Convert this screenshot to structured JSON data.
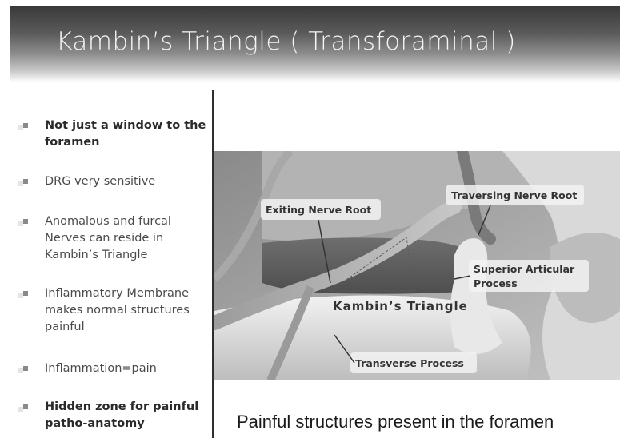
{
  "slide": {
    "title": "Kambin’s Triangle ( Transforaminal )"
  },
  "bullets": [
    {
      "text": "Not just a window to the foramen",
      "bold": true
    },
    {
      "text": "DRG very sensitive",
      "bold": false
    },
    {
      "text": "Anomalous and furcal Nerves can reside in Kambin’s Triangle",
      "bold": false
    },
    {
      "text": "Inflammatory Membrane makes normal structures painful",
      "bold": false
    },
    {
      "text": "Inflammation=pain",
      "bold": false
    },
    {
      "text": "Hidden zone for painful patho-anatomy",
      "bold": true
    }
  ],
  "figure": {
    "labels": {
      "exiting_nerve_root": "Exiting Nerve Root",
      "traversing_nerve_root": "Traversing Nerve Root",
      "superior_articular_1": "Superior Articular",
      "superior_articular_2": "Process",
      "kambins_triangle": "Kambin’s Triangle",
      "transverse_process": "Transverse Process"
    },
    "caption": "Painful structures present in the foramen"
  }
}
